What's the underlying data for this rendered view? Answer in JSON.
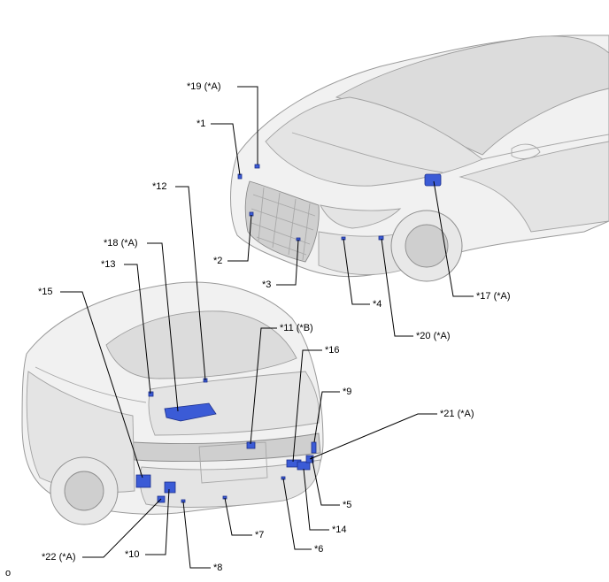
{
  "diagram": {
    "callouts": [
      {
        "id": "c1",
        "label": "*1"
      },
      {
        "id": "c2",
        "label": "*2"
      },
      {
        "id": "c3",
        "label": "*3"
      },
      {
        "id": "c4",
        "label": "*4"
      },
      {
        "id": "c5",
        "label": "*5"
      },
      {
        "id": "c6",
        "label": "*6"
      },
      {
        "id": "c7",
        "label": "*7"
      },
      {
        "id": "c8",
        "label": "*8"
      },
      {
        "id": "c9",
        "label": "*9"
      },
      {
        "id": "c10",
        "label": "*10"
      },
      {
        "id": "c11",
        "label": "*11 (*B)"
      },
      {
        "id": "c12",
        "label": "*12"
      },
      {
        "id": "c13",
        "label": "*13"
      },
      {
        "id": "c14",
        "label": "*14"
      },
      {
        "id": "c15",
        "label": "*15"
      },
      {
        "id": "c16",
        "label": "*16"
      },
      {
        "id": "c17",
        "label": "*17 (*A)"
      },
      {
        "id": "c18",
        "label": "*18 (*A)"
      },
      {
        "id": "c19",
        "label": "*19 (*A)"
      },
      {
        "id": "c20",
        "label": "*20 (*A)"
      },
      {
        "id": "c21",
        "label": "*21 (*A)"
      },
      {
        "id": "c22",
        "label": "*22 (*A)"
      }
    ],
    "corner_mark": "o"
  },
  "colors": {
    "component": "#3b5bd6",
    "leader_line": "#000000",
    "car_body": "#f1f1f1"
  }
}
